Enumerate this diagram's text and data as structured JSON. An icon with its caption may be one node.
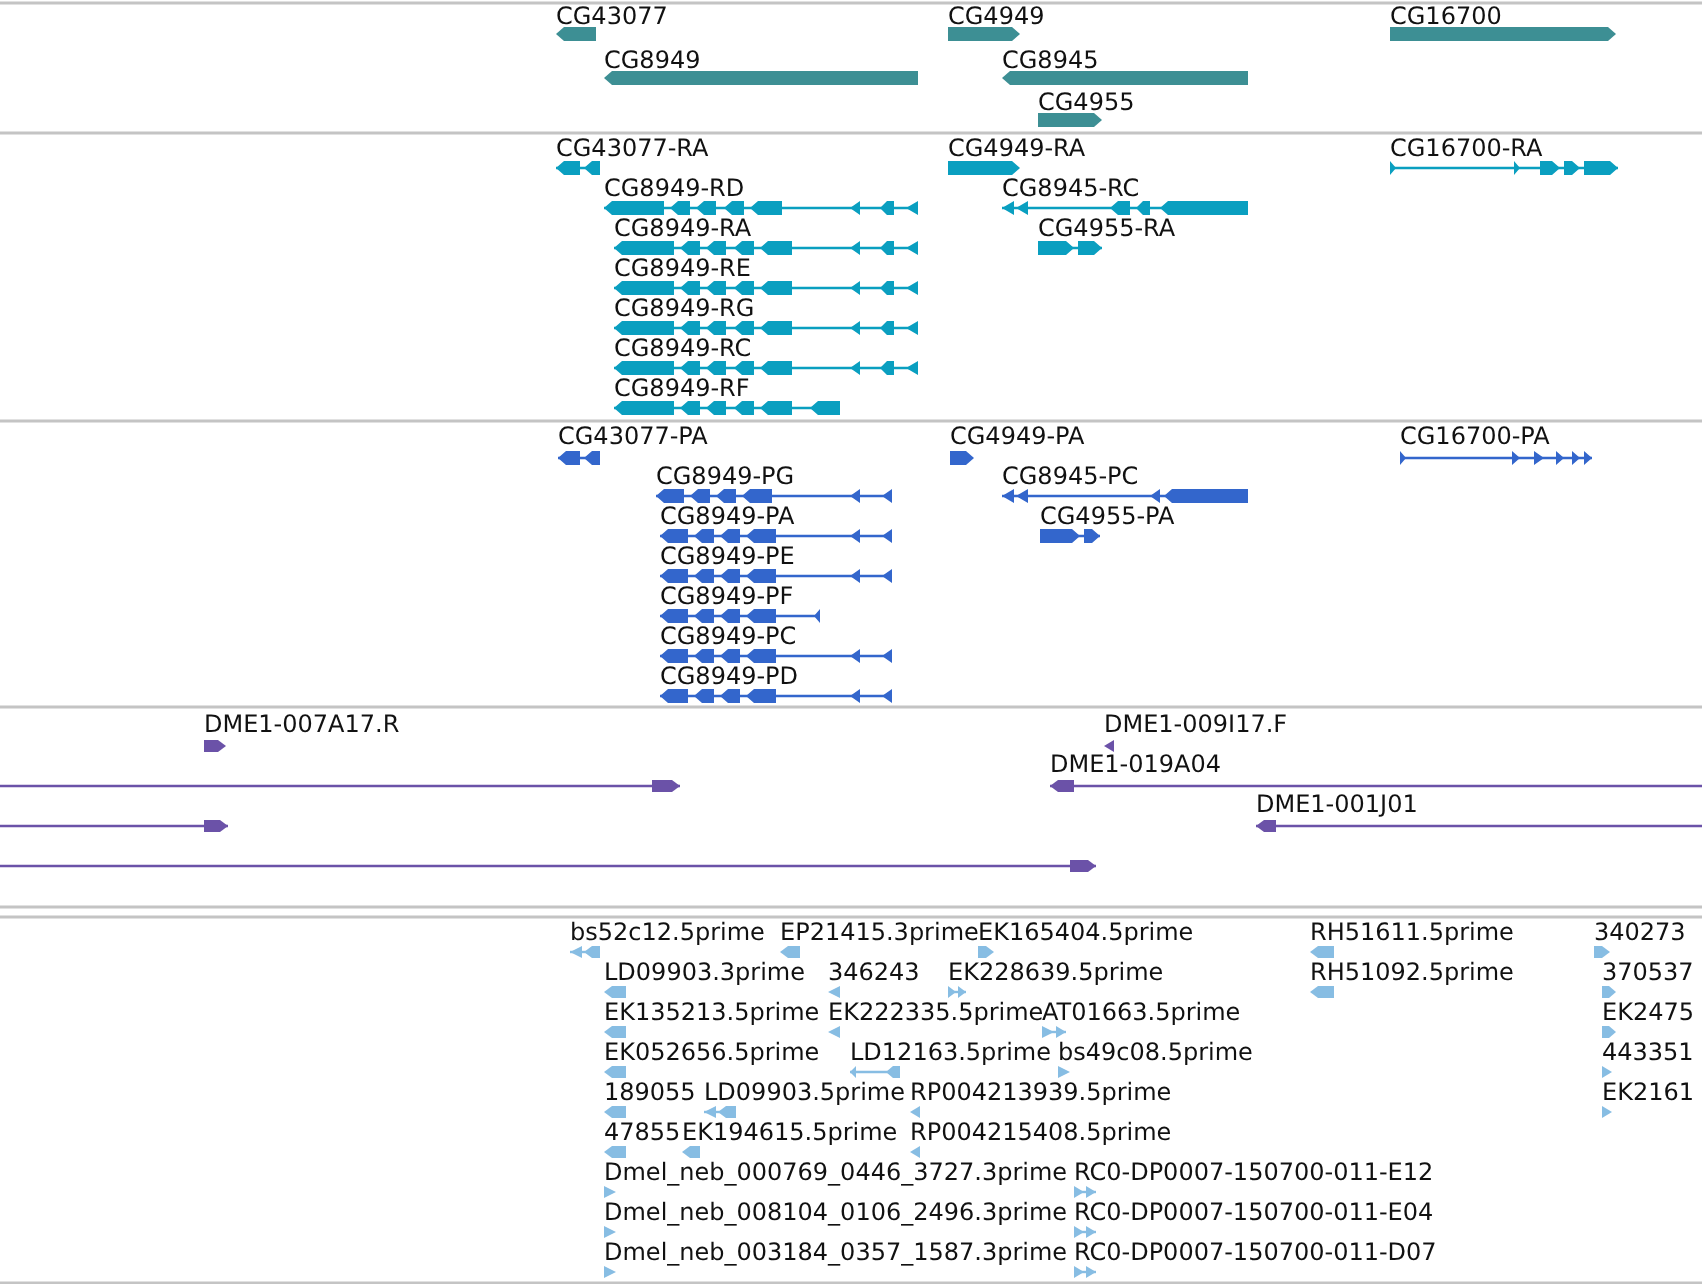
{
  "diagram": {
    "labels": [
      "CG43077",
      "CG4949",
      "CG16700",
      "CG8949",
      "CG8945",
      "CG4955",
      "CG43077-RA",
      "CG4949-RA",
      "CG16700-RA",
      "CG8949-RD",
      "CG8945-RC",
      "CG8949-RA",
      "CG4955-RA",
      "CG8949-RE",
      "CG8949-RG",
      "CG8949-RC",
      "CG8949-RF",
      "CG43077-PA",
      "CG4949-PA",
      "CG16700-PA",
      "CG8949-PG",
      "CG8945-PC",
      "CG8949-PA",
      "CG4955-PA",
      "CG8949-PE",
      "CG8949-PF",
      "CG8949-PC",
      "CG8949-PD",
      "DME1-007A17.R",
      "DME1-009I17.F",
      "DME1-019A04",
      "DME1-001J01",
      "bs52c12.5prime",
      "EP21415.3prime",
      "EK165404.5prime",
      "RH51611.5prime",
      "340273",
      "LD09903.3prime",
      "346243",
      "EK228639.5prime",
      "RH51092.5prime",
      "370537",
      "EK135213.5prime",
      "EK222335.5prime",
      "AT01663.5prime",
      "EK2475",
      "EK052656.5prime",
      "LD12163.5prime",
      "bs49c08.5prime",
      "443351",
      "189055",
      "LD09903.5prime",
      "RP004213939.5prime",
      "EK2161",
      "47855",
      "EK194615.5prime",
      "RP004215408.5prime",
      "Dmel_neb_000769_0446_3727.3prime",
      "RC0-DP0007-150700-011-E12",
      "Dmel_neb_008104_0106_2496.3prime",
      "RC0-DP0007-150700-011-E04",
      "Dmel_neb_003184_0357_1587.3prime",
      "RC0-DP0007-150700-011-D07"
    ]
  }
}
